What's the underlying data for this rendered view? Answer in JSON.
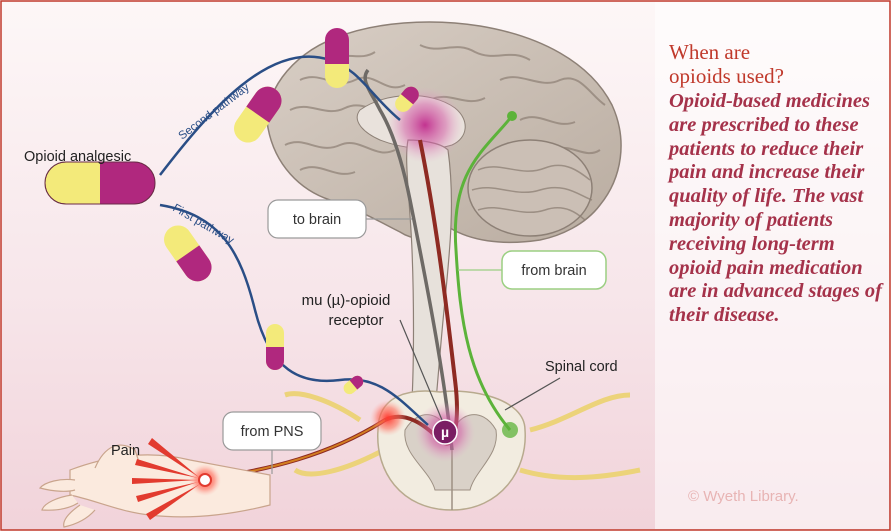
{
  "sidebar": {
    "title_line1": "When are",
    "title_line2": "opioids used?",
    "body": "Opioid-based medicines are prescribed to these patients to reduce their pain and increase their quality of life. The vast majority of patients receiving long-term opioid pain medication are in advanced stages of their disease."
  },
  "labels": {
    "opioid_analgesic": "Opioid analgesic",
    "second_pathway": "Second pathway",
    "first_pathway": "First pathway",
    "to_brain": "to brain",
    "from_brain": "from brain",
    "mu_receptor_line1": "mu (µ)-opioid",
    "mu_receptor_line2": "receptor",
    "spinal_cord": "Spinal cord",
    "from_pns": "from PNS",
    "pain": "Pain",
    "mu_symbol": "µ"
  },
  "credit": "© Wyeth Library.",
  "colors": {
    "frame_border": "#c0392b",
    "capsule_magenta": "#b0287e",
    "capsule_yellow": "#f3ea7a",
    "pathway_blue": "#2a4e86",
    "green_pathway": "#5cb33a",
    "red_pathway": "#8e2a22"
  }
}
